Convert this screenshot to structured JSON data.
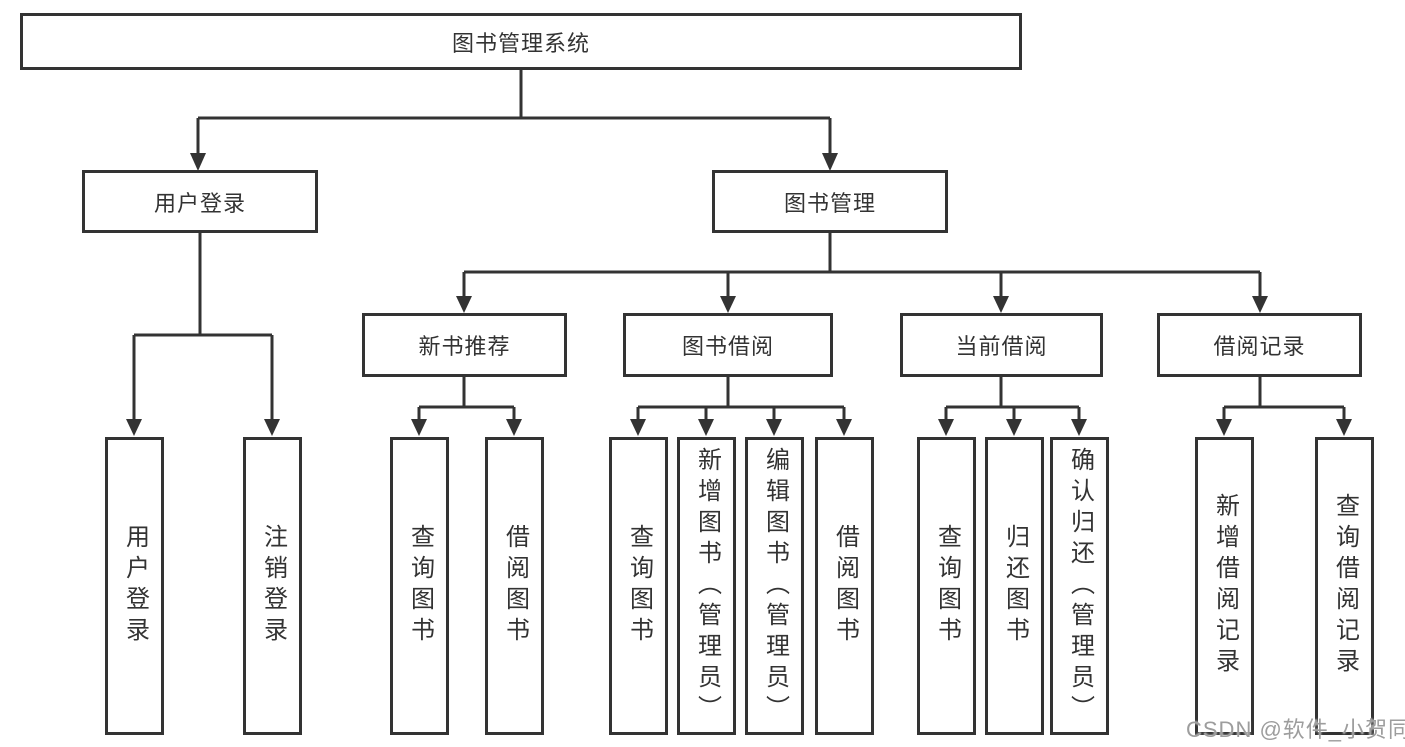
{
  "tree": {
    "root": {
      "label": "图书管理系统"
    },
    "children": [
      {
        "label": "用户登录",
        "children": [
          {
            "label": "用户登录"
          },
          {
            "label": "注销登录"
          }
        ]
      },
      {
        "label": "图书管理",
        "children": [
          {
            "label": "新书推荐",
            "children": [
              {
                "label": "查询图书"
              },
              {
                "label": "借阅图书"
              }
            ]
          },
          {
            "label": "图书借阅",
            "children": [
              {
                "label": "查询图书"
              },
              {
                "label": "新增图书（管理员）"
              },
              {
                "label": "编辑图书（管理员）"
              },
              {
                "label": "借阅图书"
              }
            ]
          },
          {
            "label": "当前借阅",
            "children": [
              {
                "label": "查询图书"
              },
              {
                "label": "归还图书"
              },
              {
                "label": "确认归还（管理员）"
              }
            ]
          },
          {
            "label": "借阅记录",
            "children": [
              {
                "label": "新增借阅记录"
              },
              {
                "label": "查询借阅记录"
              }
            ]
          }
        ]
      }
    ]
  },
  "watermark": {
    "text": "CSDN @软件_小贺同学"
  },
  "colors": {
    "line": "#333333",
    "text": "#333333",
    "box_background": "#ffffff",
    "watermark": "#9d9d9d",
    "page_background": "#ffffff"
  }
}
